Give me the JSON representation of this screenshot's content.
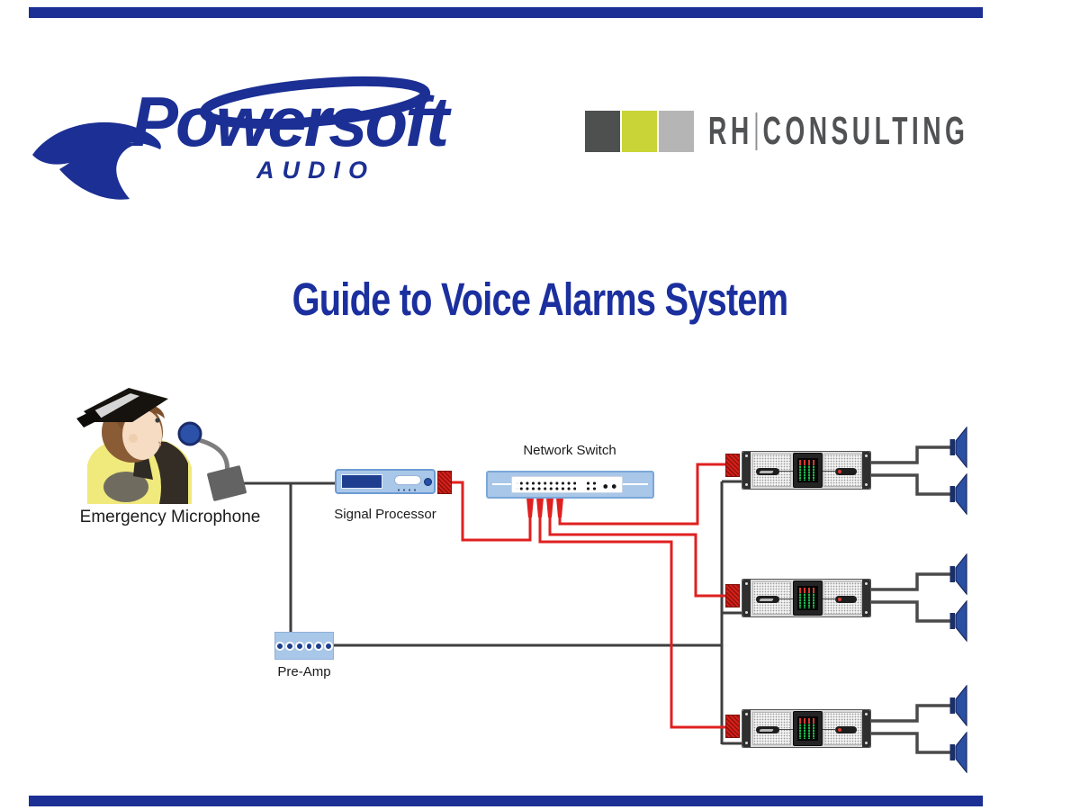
{
  "slide": {
    "title": "Guide to Voice Alarms System",
    "title_color": "#1b2f9e",
    "accent_bar_color": "#1b2f94",
    "background": "#ffffff"
  },
  "logos": {
    "powersoft": {
      "brand": "Powersoft",
      "tagline": "AUDIO",
      "color": "#1b2f94"
    },
    "rh_consulting": {
      "text_left": "RH",
      "text_right": "CONSULTING",
      "text_color": "#515254",
      "square_colors": [
        "#4e504f",
        "#c9d437",
        "#b4b5b4"
      ]
    }
  },
  "diagram": {
    "labels": {
      "emergency_microphone": "Emergency Microphone",
      "signal_processor": "Signal Processor",
      "network_switch": "Network Switch",
      "preamp": "Pre-Amp"
    },
    "counts": {
      "amplifiers": 3,
      "speakers": 6,
      "switch_downlinks": 4
    },
    "colors": {
      "device_fill": "#a9c7e8",
      "device_border": "#7aa7d8",
      "analog_wire": "#3f3f3f",
      "network_wire": "#e02020",
      "speaker_wire": "#4a4a4a",
      "network_adapter_red": "#d6201b",
      "speaker_horn_blue": "#2b4fa3",
      "vu_meter_green": "#1db54a"
    }
  }
}
